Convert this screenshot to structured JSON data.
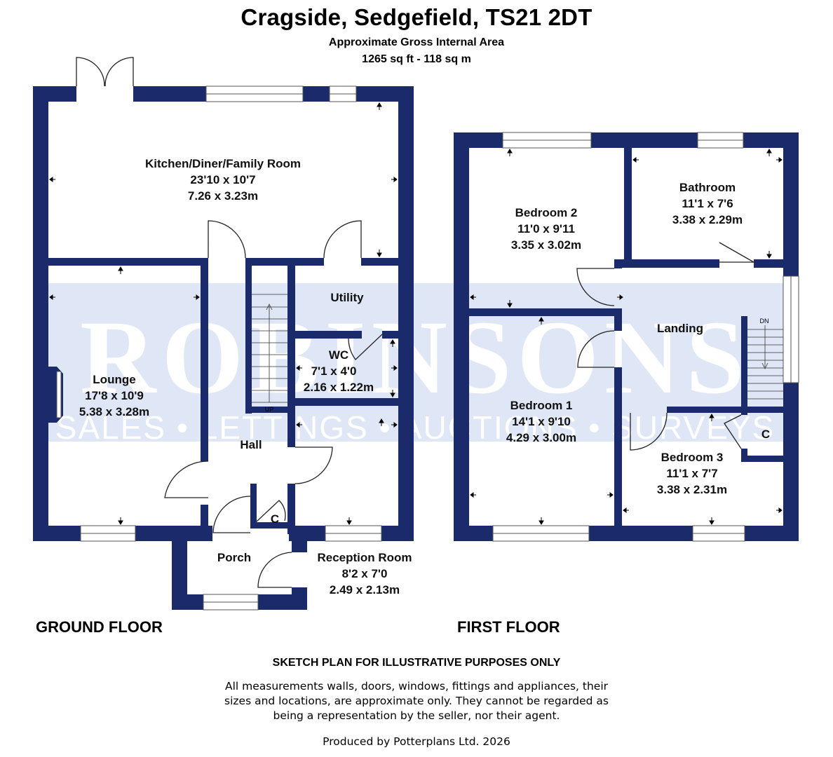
{
  "header": {
    "title": "Cragside, Sedgefield, TS21 2DT",
    "subtitle": "Approximate Gross Internal Area",
    "area": "1265 sq ft - 118 sq m"
  },
  "watermark": {
    "name": "ROBINSONS",
    "tagline": "SALES • LETTINGS • AUCTIONS • SURVEYS"
  },
  "colors": {
    "wall": "#1b2a6b",
    "watermark_band": "#dfe6f5",
    "watermark_text": "#ffffff"
  },
  "ground_floor": {
    "label": "GROUND FLOOR",
    "rooms": {
      "kitchen": {
        "name": "Kitchen/Diner/Family Room",
        "imperial": "23'10 x 10'7",
        "metric": "7.26 x 3.23m"
      },
      "utility": {
        "name": "Utility"
      },
      "wc": {
        "name": "WC",
        "imperial": "7'1 x 4'0",
        "metric": "2.16 x 1.22m"
      },
      "lounge": {
        "name": "Lounge",
        "imperial": "17'8 x 10'9",
        "metric": "5.38 x 3.28m"
      },
      "hall": {
        "name": "Hall"
      },
      "porch": {
        "name": "Porch"
      },
      "cupboard": {
        "name": "C"
      },
      "reception": {
        "name": "Reception Room",
        "imperial": "8'2 x 7'0",
        "metric": "2.49 x 2.13m"
      },
      "stairs": {
        "label": "UP"
      }
    }
  },
  "first_floor": {
    "label": "FIRST FLOOR",
    "rooms": {
      "bedroom2": {
        "name": "Bedroom 2",
        "imperial": "11'0 x 9'11",
        "metric": "3.35 x 3.02m"
      },
      "bathroom": {
        "name": "Bathroom",
        "imperial": "11'1 x 7'6",
        "metric": "3.38 x 2.29m"
      },
      "landing": {
        "name": "Landing"
      },
      "bedroom1": {
        "name": "Bedroom 1",
        "imperial": "14'1 x 9'10",
        "metric": "4.29 x 3.00m"
      },
      "bedroom3": {
        "name": "Bedroom 3",
        "imperial": "11'1 x 7'7",
        "metric": "3.38 x 2.31m"
      },
      "cupboard": {
        "name": "C"
      },
      "stairs": {
        "label": "DN"
      }
    }
  },
  "footer": {
    "sketch": "SKETCH PLAN FOR ILLUSTRATIVE PURPOSES ONLY",
    "disclaimer": [
      "All measurements walls, doors, windows, fittings and appliances, their",
      "sizes and locations, are approximate only. They cannot be regarded as",
      "being a representation by the seller, nor their agent."
    ],
    "produced": "Produced by Potterplans Ltd. 2026"
  }
}
